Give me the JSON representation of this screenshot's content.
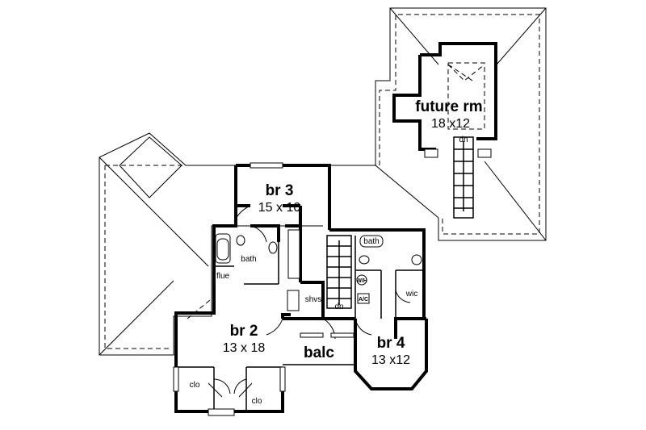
{
  "rooms": {
    "future_rm": {
      "name": "future rm",
      "size": "18 x12",
      "stair": "dn"
    },
    "br3": {
      "name": "br 3",
      "size": "15 x 10"
    },
    "br2": {
      "name": "br 2",
      "size": "13 x 18"
    },
    "br4": {
      "name": "br 4",
      "size": "13 x12"
    },
    "balc": {
      "name": "balc"
    }
  },
  "labels": {
    "bath_main": "bath",
    "bath_upper": "bath",
    "flue": "flue",
    "shvs": "shvs",
    "stair_dn": "dn",
    "wic": "wic",
    "clo_left": "clo",
    "clo_right": "clo",
    "wh": "W/H",
    "ac": "A/C"
  }
}
